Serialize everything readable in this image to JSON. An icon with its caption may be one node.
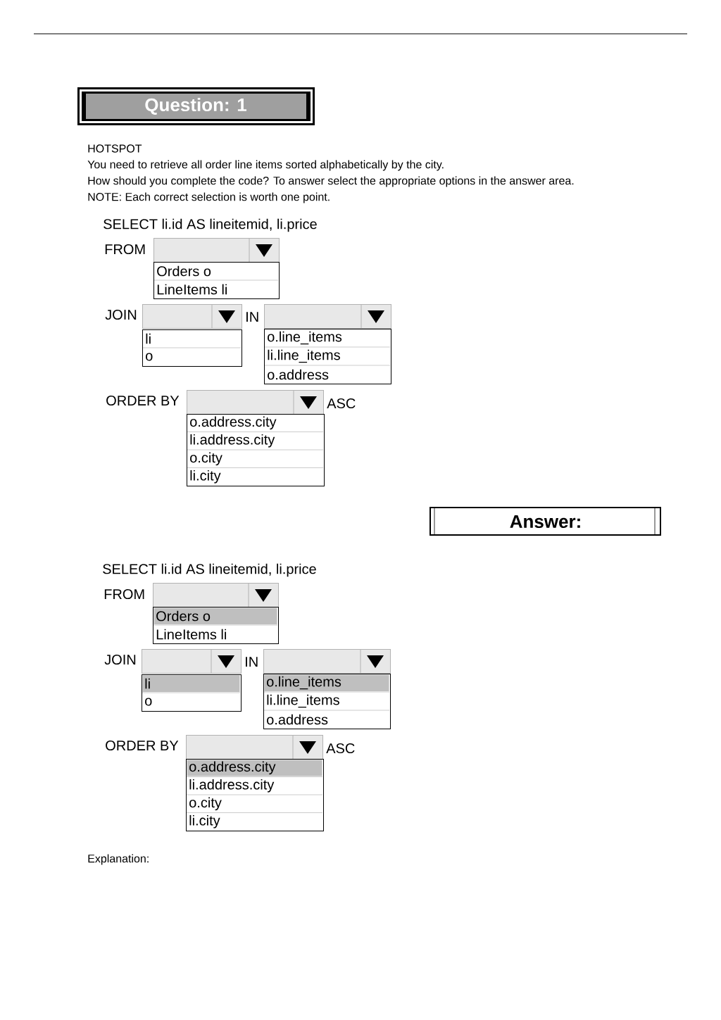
{
  "diagram": {
    "title": "Question: 1",
    "nodes": [
      {
        "text": [],
        "shape": "box"
      },
      {
        "text": [
          "Orders o",
          "LineItems li"
        ]
      },
      {
        "text": [],
        "shape": "box"
      },
      {
        "text": [],
        "shape": "box"
      },
      {
        "text": [
          "li",
          "o"
        ]
      },
      {
        "text": [
          "o.line_items",
          "li.line_items",
          "o.address"
        ]
      },
      {
        "text": [],
        "shape": "box"
      },
      {
        "text": [
          "o.address.city",
          "li.address.city",
          "o.city",
          "li.city"
        ]
      },
      {
        "text": [],
        "shape": "box"
      },
      {
        "text": [
          "Orders o",
          "LineItems li"
        ]
      },
      {
        "text": [],
        "shape": "box"
      },
      {
        "text": [],
        "shape": "box"
      },
      {
        "text": [
          "li",
          "o"
        ]
      },
      {
        "text": [
          "o.line_items",
          "li.line_items",
          "o.address"
        ]
      },
      {
        "text": [],
        "shape": "box"
      },
      {
        "text": [
          "o.address.city",
          "li.address.city",
          "o.city",
          "li.city"
        ]
      }
    ],
    "labels": [
      "HOTSPOT",
      "You need to retrieve all order line items sorted alphabetically by the city.",
      "How should you complete the code? To answer select the appropriate options in the answer area.",
      "NOTE: Each correct selection is worth one point.",
      "SELECT li.id AS lineitemid, li.price",
      "FROM",
      "JOIN",
      "IN",
      "ORDER BY",
      "ASC",
      "Answer:",
      "SELECT li.id AS lineitemid, li.price",
      "FROM",
      "JOIN",
      "IN",
      "ORDER BY",
      "ASC",
      "Explanation:"
    ]
  }
}
